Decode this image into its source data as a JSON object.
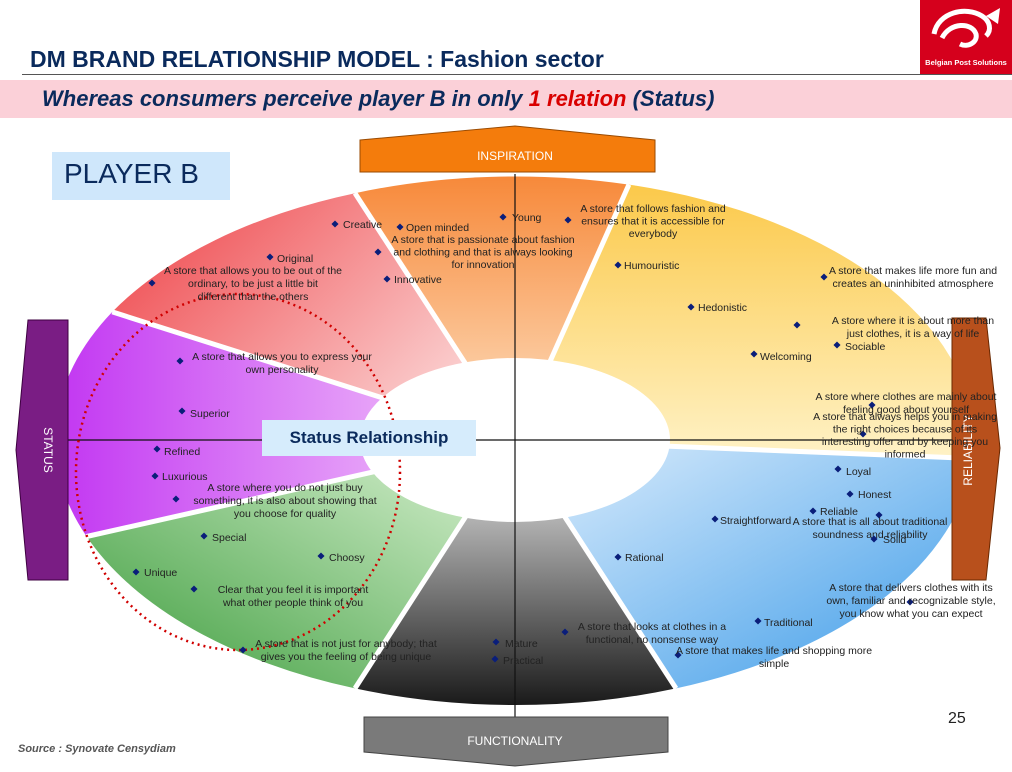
{
  "title": "DM BRAND RELATIONSHIP MODEL : Fashion sector",
  "subtitle": {
    "prefix": "Whereas consumers perceive player B in only ",
    "highlight": "1 relation",
    "suffix": " (Status)"
  },
  "logo": {
    "caption": "Belgian Post Solutions",
    "icon": "post-horn-icon",
    "color": "#d5001c"
  },
  "player_label": "PLAYER B",
  "highlight_label": "Status Relationship",
  "axes": {
    "top": "INSPIRATION",
    "bottom": "FUNCTIONALITY",
    "left": "STATUS",
    "right": "RELIABILITY"
  },
  "colors": {
    "inspiration_axis": "#f47c0c",
    "functionality_axis": "#7a7a7a",
    "status_axis": "#7a1d84",
    "reliability_axis": "#b8501c",
    "highlight_ring": "#d00000",
    "marker": "#0a1e7a"
  },
  "statements": [
    "Creative",
    "Open minded",
    "Young",
    "A store that follows fashion and ensures that it is accessible for everybody",
    "Original",
    "A store that is passionate about fashion and clothing and that is always looking for innovation",
    "Humouristic",
    "A store that allows you to be out of the ordinary, to be just a little bit different than the others",
    "Innovative",
    "A store that makes life more fun and creates an uninhibited atmosphere",
    "Hedonistic",
    "A store where it is about more than just clothes, it is a way of life",
    "Sociable",
    "Welcoming",
    "A store that allows you to express your own personality",
    "A store where clothes are mainly about feeling good about yourself",
    "Superior",
    "A store that always helps you in making the right choices because of its interesting offer and by keeping you informed",
    "Refined",
    "Loyal",
    "Luxurious",
    "A store where you do not just buy something, it is also about showing that you choose for quality",
    "Honest",
    "Reliable",
    "Straightforward",
    "A store that is all about traditional soundness and reliability",
    "Solid",
    "Special",
    "Choosy",
    "Rational",
    "Unique",
    "A store that delivers clothes with its own, familiar and recognizable style, you know what you can expect",
    "Clear that you feel it is important what other people think of you",
    "Traditional",
    "A store that looks at clothes in a functional, no nonsense way",
    "A store that is not just for anybody; that gives you the feeling of being unique",
    "Mature",
    "A store that makes life and shopping more simple",
    "Practical"
  ],
  "page_number": "25",
  "source": "Source : Synovate Censydiam"
}
